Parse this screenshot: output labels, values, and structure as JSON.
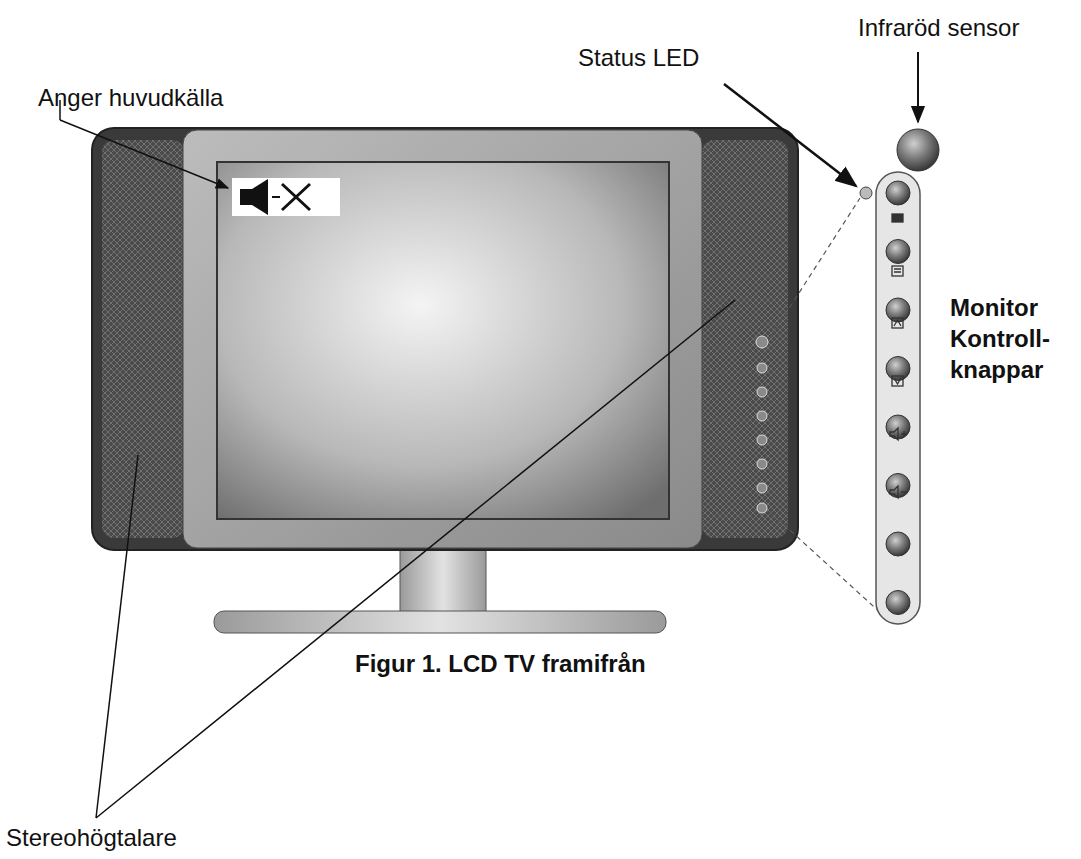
{
  "diagram": {
    "caption": "Figur 1. LCD TV framifrån",
    "labels": [
      "Infraröd sensor",
      "Status LED",
      "Anger huvudkälla",
      "Monitor Kontroll- knappar",
      "Stereohögtalare"
    ]
  }
}
